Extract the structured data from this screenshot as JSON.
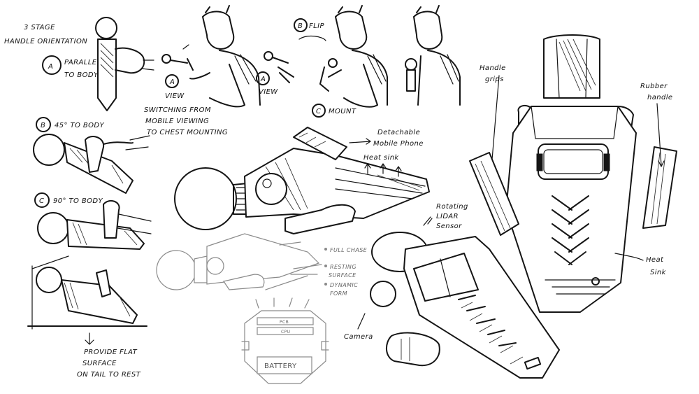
{
  "orientation": {
    "title_line1": "3 STAGE",
    "title_line2": "HANDLE ORIENTATION",
    "a_label_line1": "PARALLEL",
    "a_label_line2": "TO BODY",
    "b_label": "45° TO BODY",
    "c_label": "90° TO BODY",
    "note_line1": "PROVIDE FLAT",
    "note_line2": "SURFACE",
    "note_line3": "ON TAIL TO REST"
  },
  "markers": {
    "a": "A",
    "b": "B",
    "c": "C"
  },
  "figures": {
    "view1": "VIEW",
    "switch_line1": "SWITCHING FROM",
    "switch_line2": "MOBILE VIEWING",
    "switch_line3": "TO CHEST MOUNTING",
    "flip": "FLIP",
    "view2": "VIEW",
    "mount": "MOUNT"
  },
  "side_view": {
    "phone_line1": "Detachable",
    "phone_line2": "Mobile Phone",
    "heat_sink": "Heat sink"
  },
  "faint_view": {
    "callout1": "FULL CHASE",
    "callout2_line1": "RESTING",
    "callout2_line2": "SURFACE",
    "callout3_line1": "DYNAMIC",
    "callout3_line2": "FORM"
  },
  "battery": {
    "label": "BATTERY",
    "slot1": "PCB",
    "slot2": "CPU"
  },
  "iso_view": {
    "lidar_line1": "Rotating",
    "lidar_line2": "LIDAR",
    "lidar_line3": "Sensor",
    "camera": "Camera"
  },
  "back_view": {
    "grips_line1": "Handle",
    "grips_line2": "grips",
    "rubber_line1": "Rubber",
    "rubber_line2": "handle",
    "heat_line1": "Heat",
    "heat_line2": "Sink"
  },
  "colors": {
    "ink": "#151515",
    "paper": "#ffffff",
    "faint": "#8a8a8a"
  }
}
